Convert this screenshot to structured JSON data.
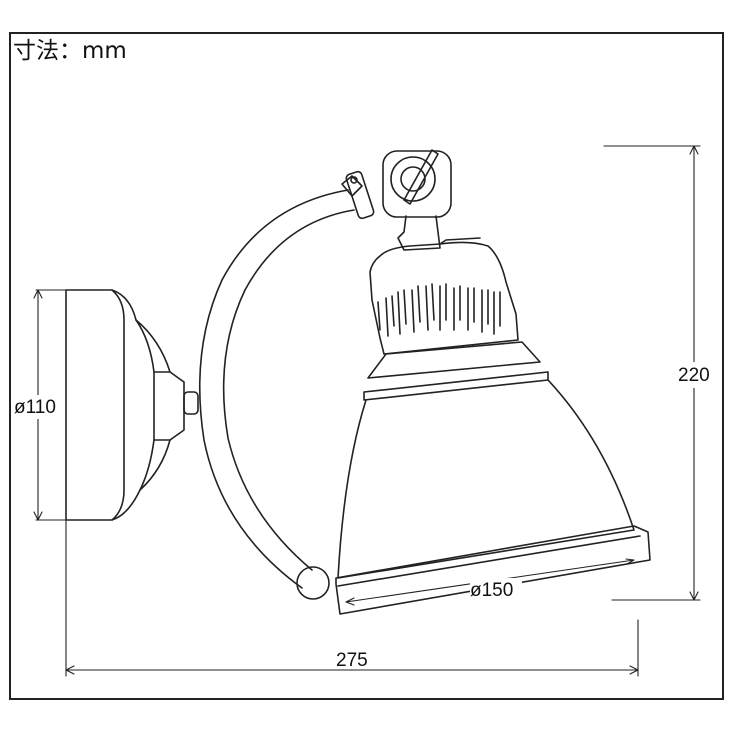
{
  "unit_label": "寸法：mm",
  "dimensions": {
    "mount_diameter": "ø110",
    "height": "220",
    "shade_diameter": "ø150",
    "total_width": "275"
  }
}
